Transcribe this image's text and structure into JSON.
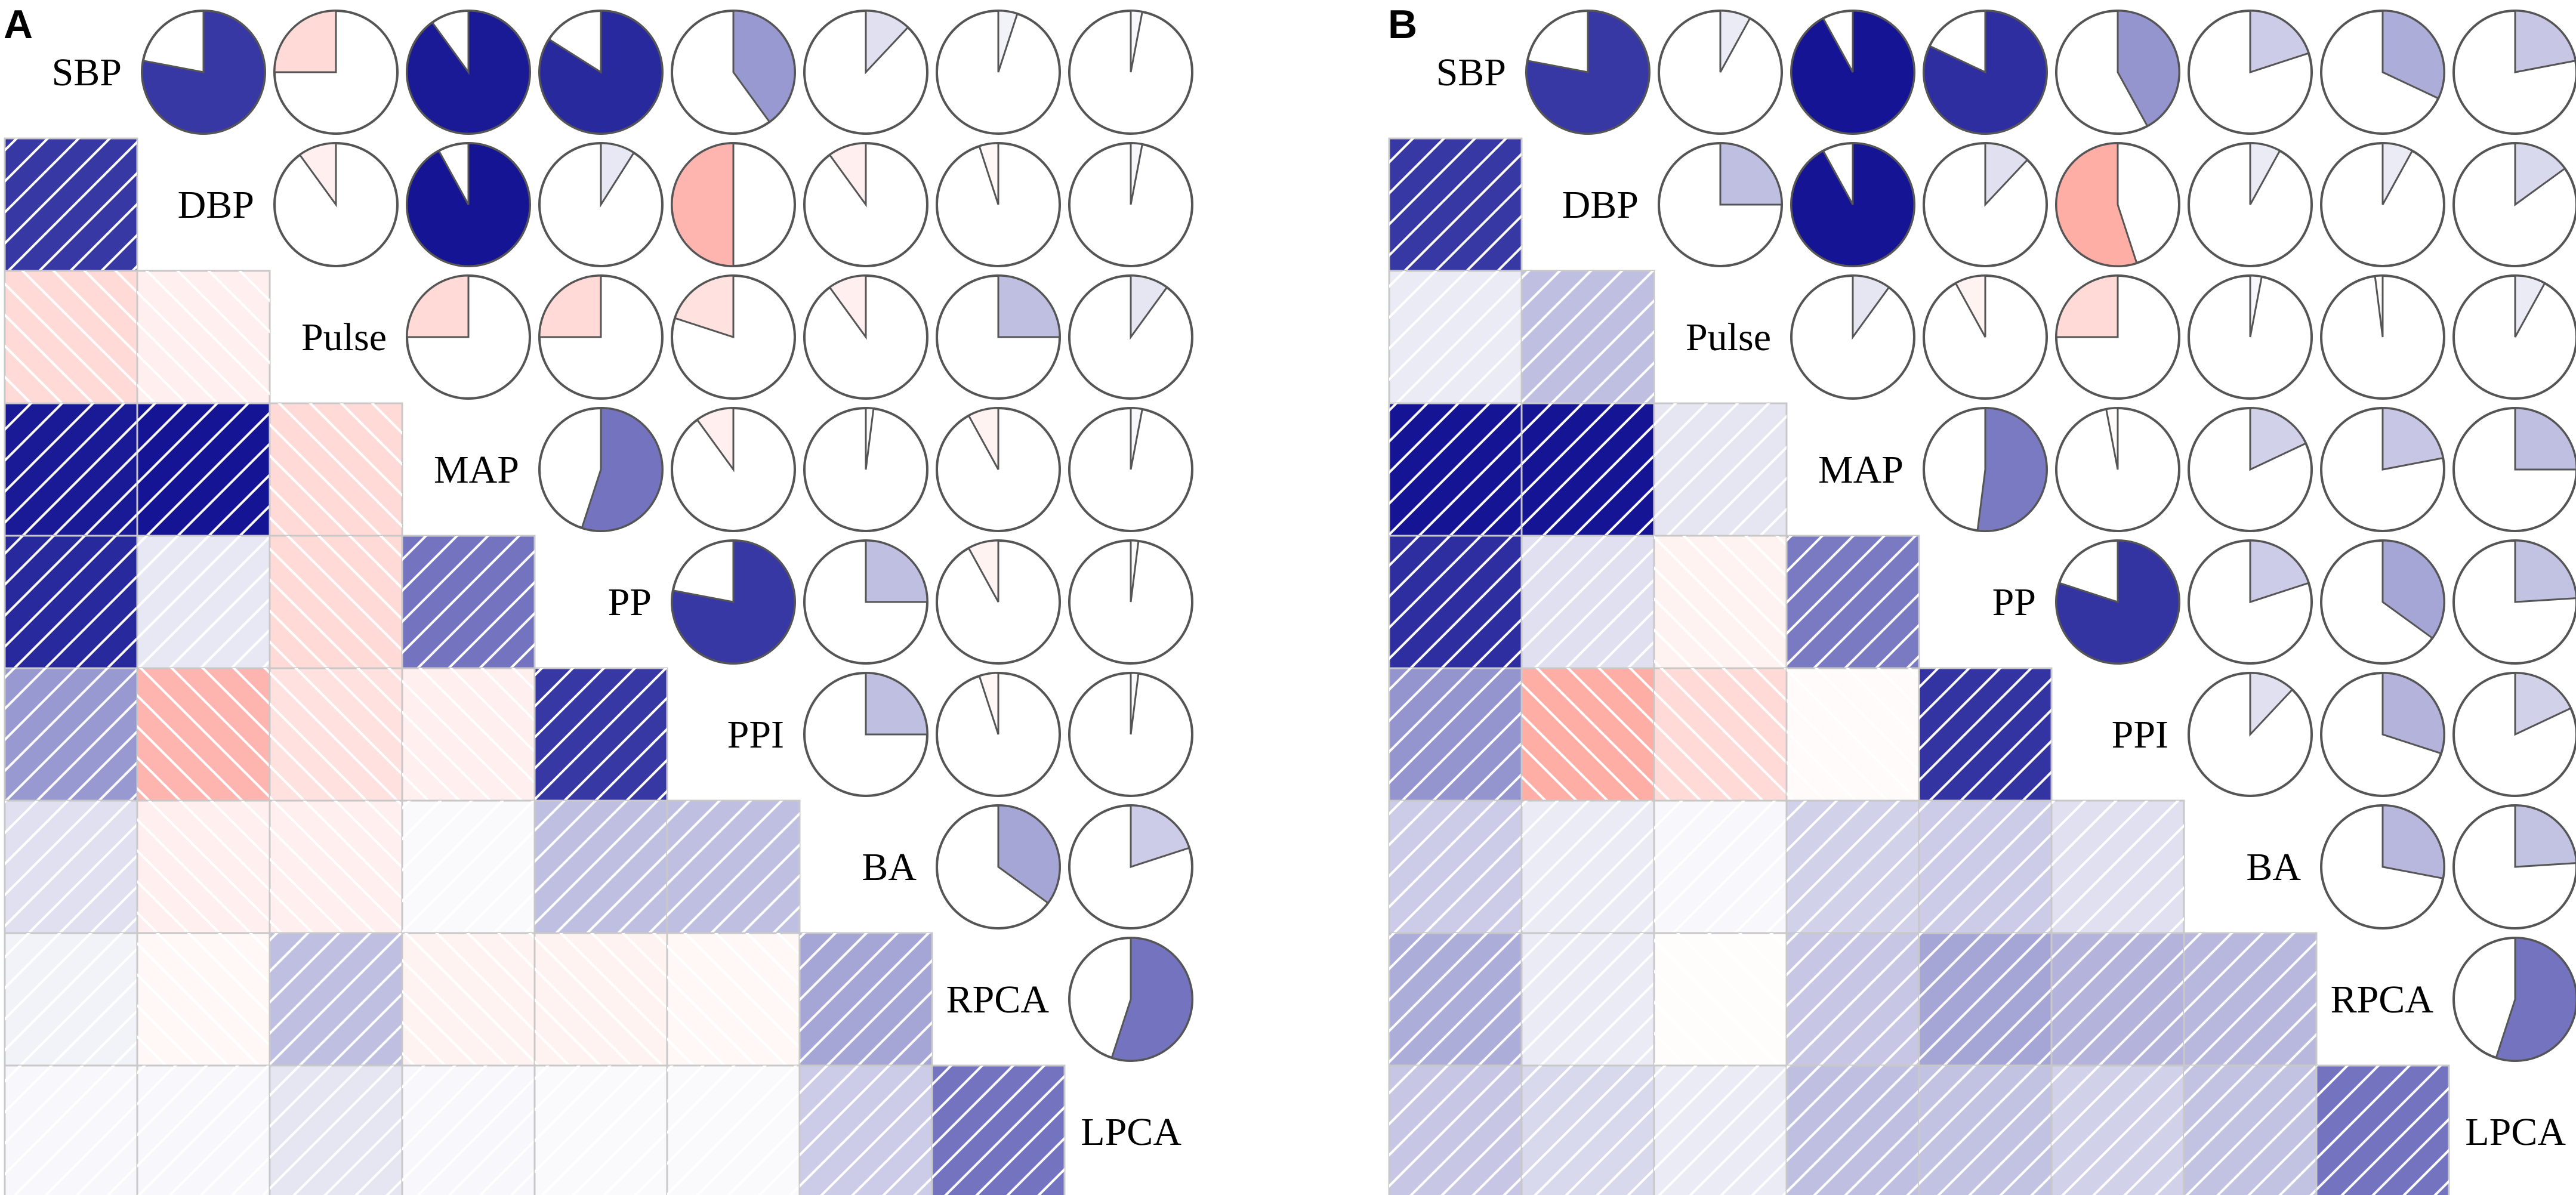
{
  "chart_data": [
    {
      "type": "heatmap",
      "panel_label": "A",
      "variables": [
        "SBP",
        "DBP",
        "Pulse",
        "MAP",
        "PP",
        "PPI",
        "BA",
        "RPCA",
        "LPCA"
      ],
      "color_scale": {
        "negative": "#ff6b5e",
        "zero": "#ffffff",
        "positive": "#00008b"
      },
      "matrix": [
        [
          1.0,
          0.78,
          -0.25,
          0.9,
          0.84,
          0.4,
          0.12,
          0.05,
          0.03
        ],
        [
          0.78,
          1.0,
          -0.1,
          0.92,
          0.09,
          -0.5,
          -0.1,
          -0.05,
          0.03
        ],
        [
          -0.25,
          -0.1,
          1.0,
          -0.25,
          -0.25,
          -0.2,
          -0.1,
          0.25,
          0.1
        ],
        [
          0.9,
          0.92,
          -0.25,
          1.0,
          0.55,
          -0.1,
          0.02,
          -0.08,
          0.03
        ],
        [
          0.84,
          0.09,
          -0.25,
          0.55,
          1.0,
          0.78,
          0.25,
          -0.08,
          0.02
        ],
        [
          0.4,
          -0.5,
          -0.2,
          -0.1,
          0.78,
          1.0,
          0.25,
          -0.05,
          0.02
        ],
        [
          0.12,
          -0.1,
          -0.1,
          0.02,
          0.25,
          0.25,
          1.0,
          0.35,
          0.2
        ],
        [
          0.05,
          -0.05,
          0.25,
          -0.08,
          -0.08,
          -0.05,
          0.35,
          1.0,
          0.55
        ],
        [
          0.03,
          0.03,
          0.1,
          0.03,
          0.02,
          0.02,
          0.2,
          0.55,
          1.0
        ]
      ]
    },
    {
      "type": "heatmap",
      "panel_label": "B",
      "variables": [
        "SBP",
        "DBP",
        "Pulse",
        "MAP",
        "PP",
        "PPI",
        "BA",
        "RPCA",
        "LPCA"
      ],
      "color_scale": {
        "negative": "#ff6b5e",
        "zero": "#ffffff",
        "positive": "#00008b"
      },
      "matrix": [
        [
          1.0,
          0.78,
          0.08,
          0.92,
          0.82,
          0.42,
          0.2,
          0.32,
          0.22
        ],
        [
          0.78,
          1.0,
          0.25,
          0.92,
          0.12,
          -0.55,
          0.08,
          0.08,
          0.15
        ],
        [
          0.08,
          0.25,
          1.0,
          0.1,
          -0.08,
          -0.25,
          0.03,
          -0.02,
          0.08
        ],
        [
          0.92,
          0.92,
          0.1,
          1.0,
          0.52,
          -0.03,
          0.18,
          0.22,
          0.25
        ],
        [
          0.82,
          0.12,
          -0.08,
          0.52,
          1.0,
          0.8,
          0.2,
          0.35,
          0.24
        ],
        [
          0.42,
          -0.55,
          -0.25,
          -0.03,
          0.8,
          1.0,
          0.12,
          0.3,
          0.18
        ],
        [
          0.2,
          0.08,
          0.03,
          0.18,
          0.2,
          0.12,
          1.0,
          0.28,
          0.24
        ],
        [
          0.32,
          0.08,
          -0.02,
          0.22,
          0.35,
          0.3,
          0.28,
          1.0,
          0.55
        ],
        [
          0.22,
          0.15,
          0.08,
          0.25,
          0.24,
          0.18,
          0.24,
          0.55,
          1.0
        ]
      ]
    }
  ]
}
